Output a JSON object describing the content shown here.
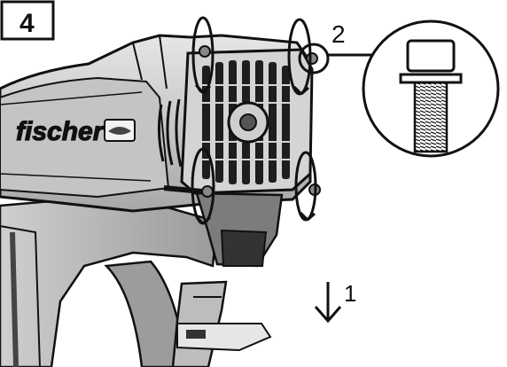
{
  "figure": {
    "step_number": "4",
    "callout_detail": "2",
    "direction_label": "1",
    "brand_logo_text": "fischer",
    "colors": {
      "outline": "#111111",
      "body_light": "#dcdcdc",
      "body_mid": "#b5b5b5",
      "body_dark": "#6d6d6d",
      "grille": "#1e1e1e"
    },
    "icons": [
      "rotation-arrow-icon",
      "down-arrow-icon",
      "screw-detail-icon"
    ]
  }
}
